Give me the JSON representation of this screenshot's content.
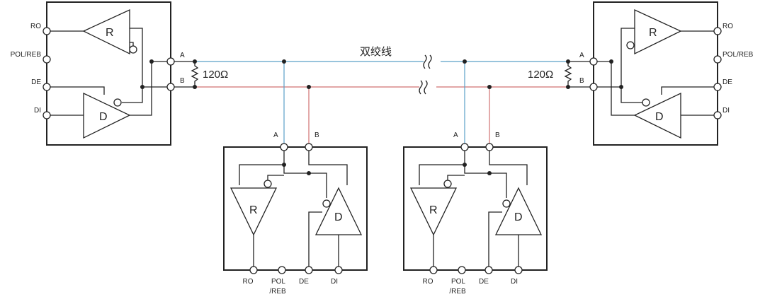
{
  "diagram": {
    "cable_label": "双绞线",
    "resistor_label": "120Ω",
    "colors": {
      "line_a": "#5aa0c8",
      "line_b": "#d07070",
      "ink": "#222222"
    },
    "left_node": {
      "pins": {
        "ro": "RO",
        "pol": "POL/REB",
        "de": "DE",
        "di": "DI",
        "a": "A",
        "b": "B"
      },
      "receiver": "R",
      "driver": "D"
    },
    "right_node": {
      "pins": {
        "ro": "RO",
        "pol": "POL/REB",
        "de": "DE",
        "di": "DI",
        "a": "A",
        "b": "B"
      },
      "receiver": "R",
      "driver": "D"
    },
    "mid_node_1": {
      "pins": {
        "a": "A",
        "b": "B",
        "ro": "RO",
        "pol_1": "POL",
        "pol_2": "/REB",
        "de": "DE",
        "di": "DI"
      },
      "receiver": "R",
      "driver": "D"
    },
    "mid_node_2": {
      "pins": {
        "a": "A",
        "b": "B",
        "ro": "RO",
        "pol_1": "POL",
        "pol_2": "/REB",
        "de": "DE",
        "di": "DI"
      },
      "receiver": "R",
      "driver": "D"
    }
  }
}
